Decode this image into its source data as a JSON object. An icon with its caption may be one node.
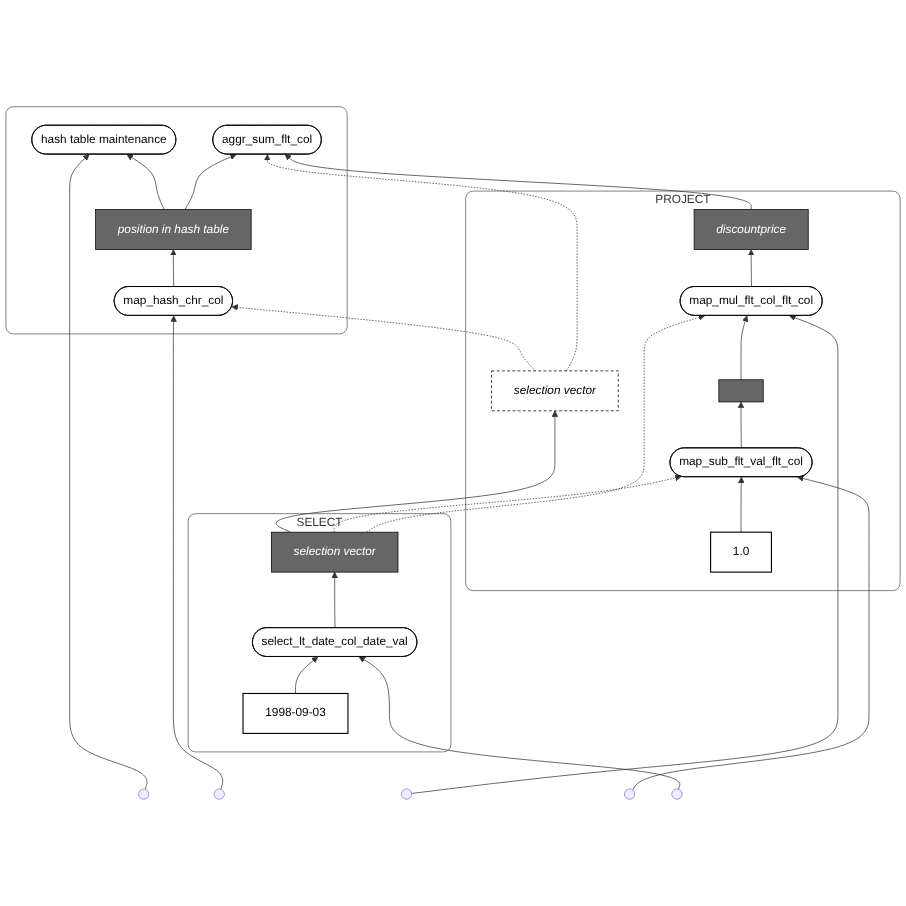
{
  "diagram": {
    "nodes": [
      {
        "text": [],
        "shape": "box"
      },
      {
        "text": [
          "hash table maintenance"
        ],
        "in": 0
      },
      {
        "text": [
          "aggr_sum_flt_col"
        ],
        "in": 0
      },
      {
        "text": [
          "position in hash table"
        ],
        "in": 0
      },
      {
        "text": [
          "map_hash_chr_col"
        ],
        "in": 0
      },
      {
        "text": [
          "PROJECT"
        ]
      },
      {
        "text": [
          "selection vector"
        ],
        "in": 5
      },
      {
        "text": [
          "discountprice"
        ],
        "in": 5
      },
      {
        "text": [
          "map_mul_flt_col_flt_col"
        ],
        "in": 5
      },
      {
        "text": [],
        "shape": "bar",
        "in": 5
      },
      {
        "text": [
          "map_sub_flt_val_flt_col"
        ],
        "in": 5
      },
      {
        "text": [
          "1.0"
        ],
        "in": 5
      },
      {
        "text": [
          "SELECT"
        ]
      },
      {
        "text": [
          "selection vector"
        ],
        "in": 12
      },
      {
        "text": [
          "select_lt_date_col_date_val"
        ],
        "in": 12
      },
      {
        "text": [
          "1998-09-03"
        ],
        "in": 12
      }
    ],
    "edges": [
      {
        "from": null,
        "to": 1,
        "arrow": "to"
      },
      {
        "from": null,
        "to": 4,
        "arrow": "to"
      },
      {
        "from": 4,
        "to": 3,
        "arrow": "to"
      },
      {
        "from": 3,
        "to": 1,
        "arrow": "to"
      },
      {
        "from": 3,
        "to": 2,
        "arrow": "to"
      },
      {
        "from": 6,
        "to": 4,
        "arrow": "to",
        "style": "dashed"
      },
      {
        "from": 6,
        "to": 2,
        "arrow": "to",
        "style": "dashed"
      },
      {
        "from": 7,
        "to": 2,
        "arrow": "to"
      },
      {
        "from": 8,
        "to": 7,
        "arrow": "to"
      },
      {
        "from": 9,
        "to": 8,
        "arrow": "to"
      },
      {
        "from": 10,
        "to": 9,
        "arrow": "to"
      },
      {
        "from": 11,
        "to": 10,
        "arrow": "to"
      },
      {
        "from": null,
        "to": 8,
        "arrow": "to"
      },
      {
        "from": null,
        "to": 10,
        "arrow": "to"
      },
      {
        "from": 13,
        "to": 6,
        "arrow": "to"
      },
      {
        "from": 13,
        "to": 10,
        "arrow": "to",
        "style": "dashed"
      },
      {
        "from": 13,
        "to": 8,
        "arrow": "to",
        "style": "dashed"
      },
      {
        "from": 14,
        "to": 13,
        "arrow": "to"
      },
      {
        "from": 15,
        "to": 14,
        "arrow": "to"
      },
      {
        "from": null,
        "to": 14,
        "arrow": "to"
      }
    ]
  }
}
